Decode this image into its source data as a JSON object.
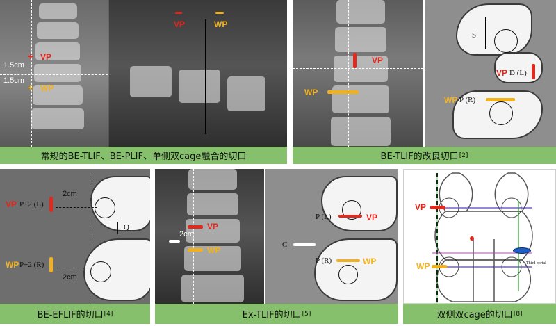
{
  "panels": {
    "p1": {
      "caption": "常规的BE-TLIF、BE-PLIF、单侧双cage融合的切口",
      "vp": "VP",
      "wp": "WP",
      "dim_top": "1.5cm",
      "dim_bottom": "1.5cm"
    },
    "p2": {
      "caption": "BE-TLIF的改良切口",
      "ref": "[2]",
      "vp": "VP",
      "wp": "WP",
      "label_s": "S",
      "label_d": "D (L)",
      "label_p": "P (R)"
    },
    "p3": {
      "caption": "BE-EFLIF的切口",
      "ref": "[4]",
      "vp": "VP",
      "wp": "WP",
      "label_p2l": "P+2 (L)",
      "label_p2r": "P+2 (R)",
      "dim_top": "2cm",
      "dim_bottom": "2cm",
      "label_q": "Q"
    },
    "p4": {
      "caption": "Ex-TLIF的切口",
      "ref": "[5]",
      "vp": "VP",
      "wp": "WP",
      "dim": "2cm",
      "label_pl": "P (L)",
      "label_pr": "P (R)",
      "label_c": "C"
    },
    "p5": {
      "caption": "双侧双cage的切口",
      "ref": "[8]",
      "vp": "VP",
      "wp": "WP",
      "label_portal": "Third portal"
    }
  },
  "colors": {
    "caption_bg": "#86c06c",
    "vp": "#e02a1f",
    "wp": "#f0b020",
    "portal": "#1f5fc4"
  },
  "icons": [
    "spine-xray",
    "lumbar-sketch",
    "portal-ellipse"
  ]
}
